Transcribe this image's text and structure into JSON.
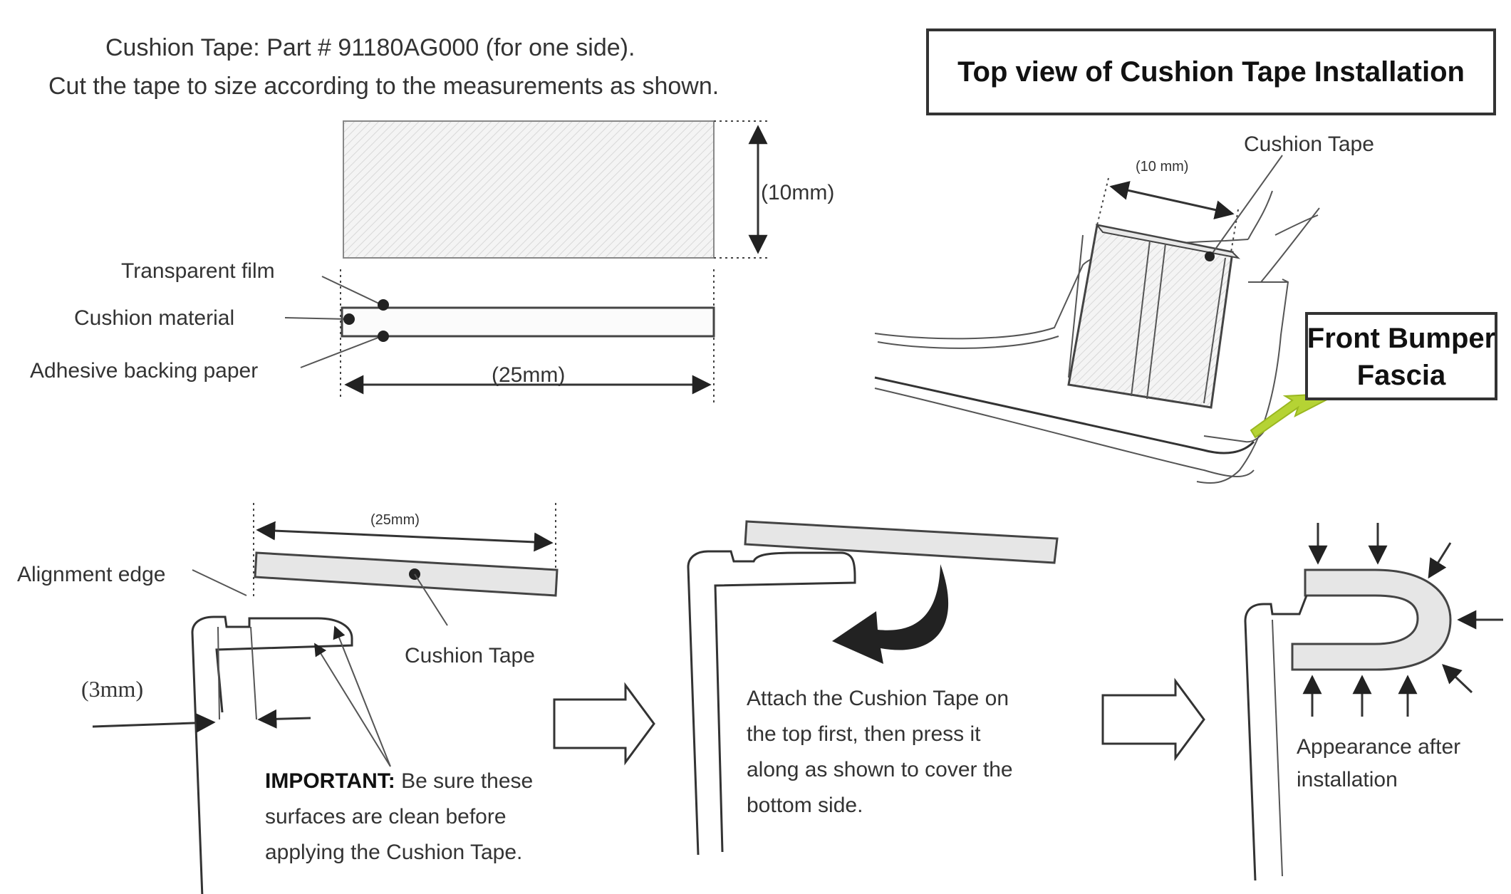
{
  "header": {
    "line1": "Cushion Tape: Part # 91180AG000 (for one side).",
    "line2": "Cut the tape to size according to the measurements as shown."
  },
  "top_view": {
    "title": "Top view of Cushion Tape Installation",
    "tape_label": "Cushion Tape",
    "width_label": "(10 mm)",
    "fascia_line1": "Front Bumper",
    "fascia_line2": "Fascia"
  },
  "tape_spec": {
    "height_label": "(10mm)",
    "length_label": "(25mm)",
    "layer_film": "Transparent film",
    "layer_cushion": "Cushion material",
    "layer_adhesive": "Adhesive backing paper"
  },
  "step1": {
    "length_label": "(25mm)",
    "alignment_label": "Alignment edge",
    "tape_label": "Cushion Tape",
    "offset_label": "(3mm)",
    "important_bold": "IMPORTANT:",
    "important_line1": " Be sure these",
    "important_line2": "surfaces are clean before",
    "important_line3": "applying the Cushion Tape."
  },
  "step2": {
    "line1": "Attach the Cushion Tape on",
    "line2": "the top first, then press it",
    "line3": "along as shown to cover the",
    "line4": "bottom side."
  },
  "step3": {
    "line1": "Appearance after",
    "line2": "installation"
  },
  "colors": {
    "arrow_green": "#b5d334",
    "tape_fill": "#e6e6e6",
    "line": "#333333"
  }
}
